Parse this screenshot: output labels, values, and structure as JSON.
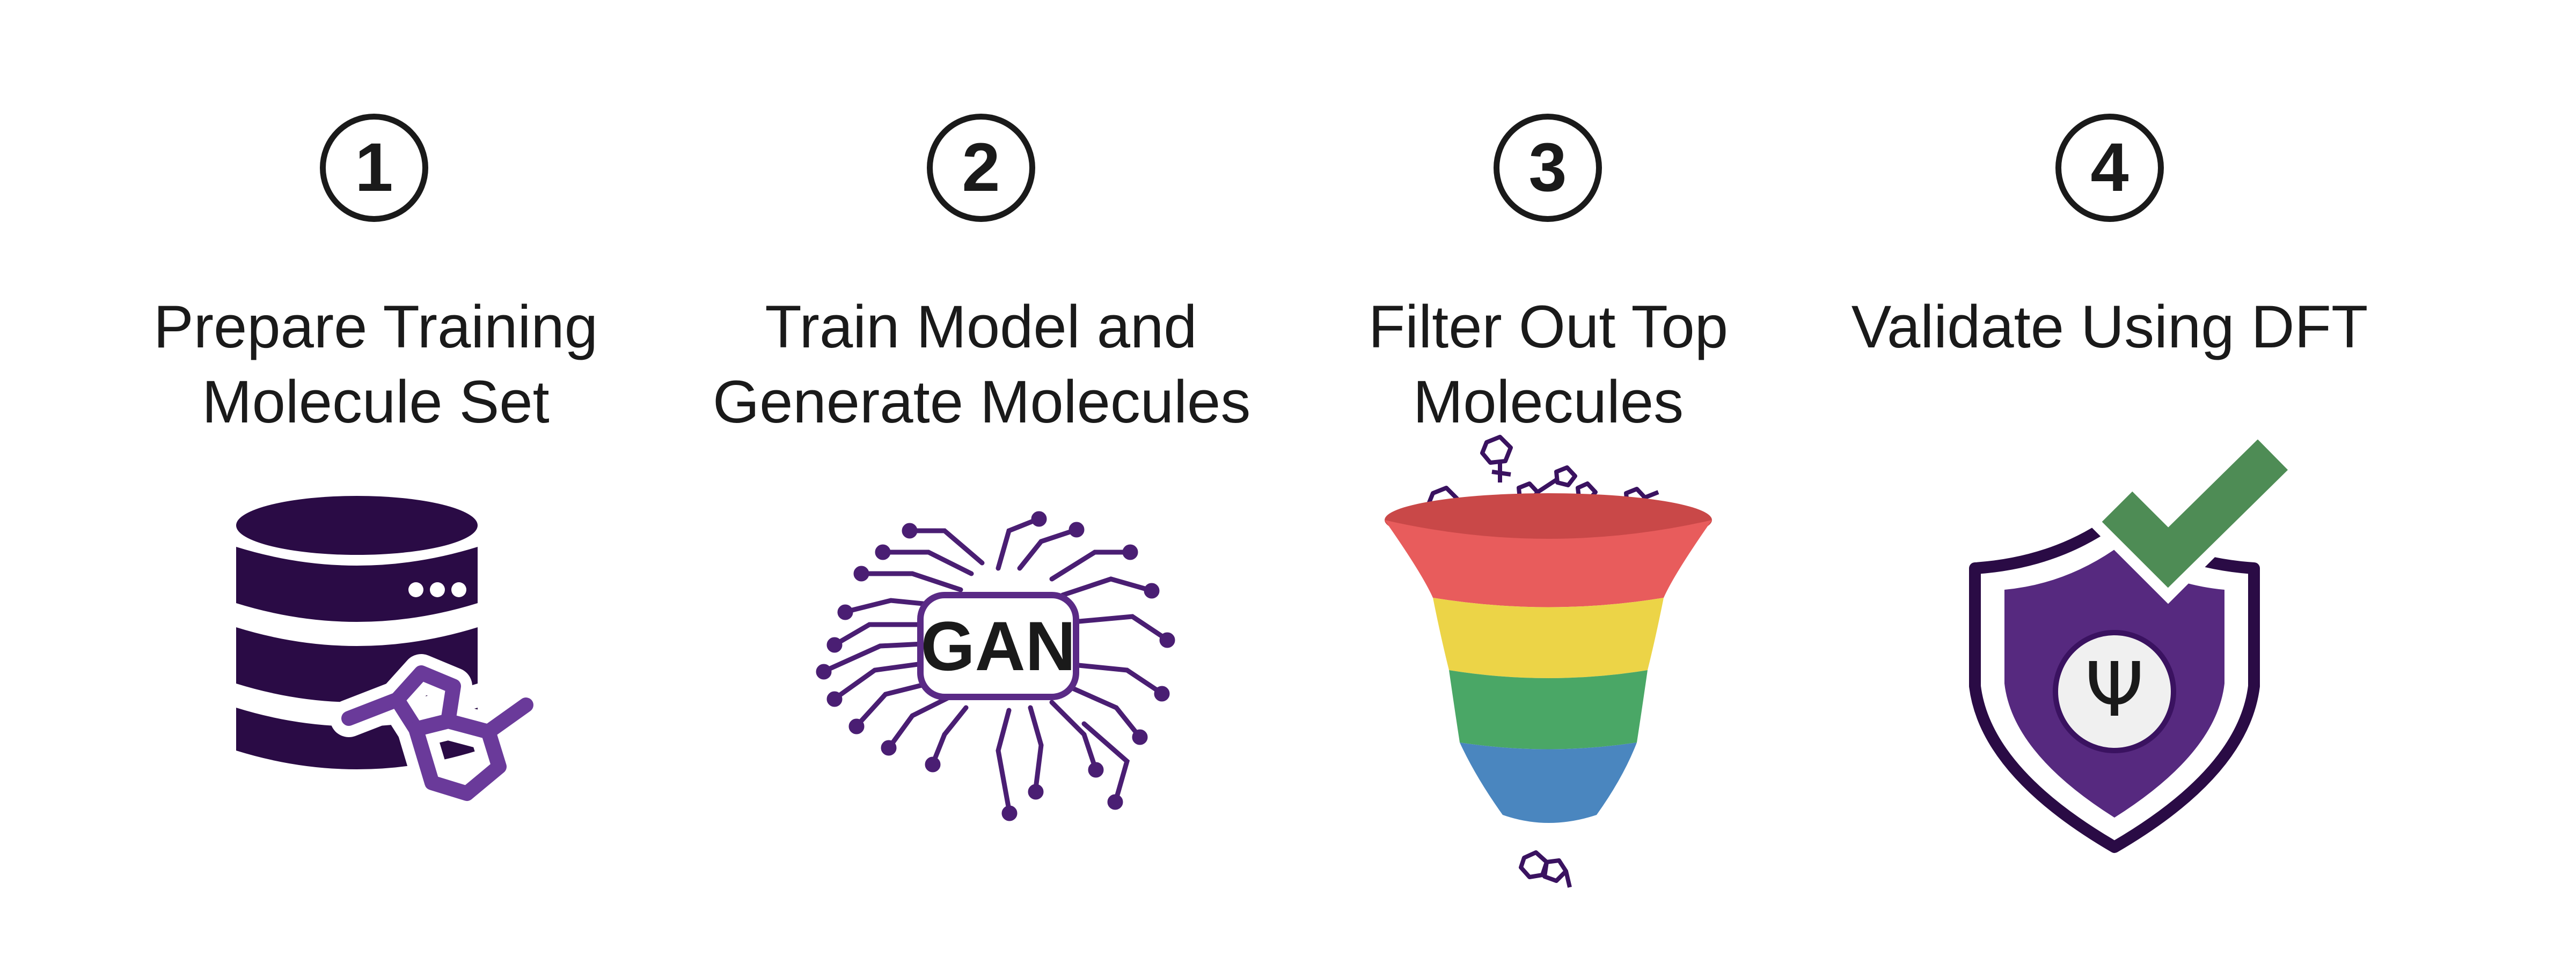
{
  "steps": [
    {
      "number": "1",
      "title_lines": [
        "Prepare Training",
        "Molecule Set"
      ],
      "icon": "database-molecule-icon"
    },
    {
      "number": "2",
      "title_lines": [
        "Train Model and",
        "Generate Molecules"
      ],
      "icon": "circuit-brain-icon",
      "badge": "GAN"
    },
    {
      "number": "3",
      "title_lines": [
        "Filter Out Top",
        "Molecules"
      ],
      "icon": "funnel-icon"
    },
    {
      "number": "4",
      "title_lines": [
        "Validate Using DFT"
      ],
      "icon": "shield-check-icon",
      "symbol": "Ψ"
    }
  ],
  "colors": {
    "dark_purple": "#2a0b45",
    "purple": "#6a3a9a",
    "shield_purple": "#56297f",
    "check_green": "#4e8c55",
    "funnel_red": "#e85c5c",
    "funnel_yellow": "#ecd447",
    "funnel_green": "#4aa766",
    "funnel_blue": "#4a86bf"
  }
}
